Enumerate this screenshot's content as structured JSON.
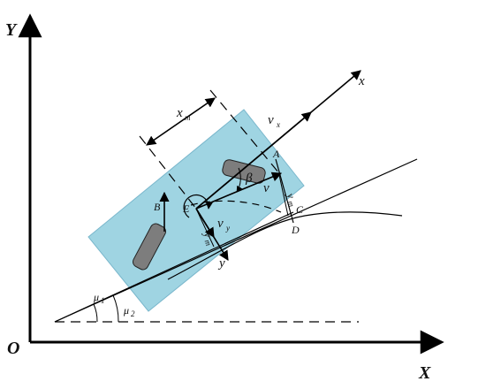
{
  "axes": {
    "origin": "O",
    "x_axis": "X",
    "y_axis": "Y"
  },
  "labels": {
    "x_body": "x",
    "y_body": "y",
    "vx": "v",
    "vx_sub": "x",
    "vy": "v",
    "vy_sub": "y",
    "v": "v",
    "beta": "β",
    "xm": "x",
    "xm_sub": "m",
    "ym_left": "y",
    "ym_left_sub": "m",
    "ym_right": "y",
    "ym_right_sub": "m",
    "point_A": "A",
    "point_B": "B",
    "point_C": "C",
    "point_D": "D",
    "point_E": "E",
    "mu1": "μ",
    "mu1_sub": "1",
    "mu2": "μ",
    "mu2_sub": "2"
  },
  "colors": {
    "vehicle_body": "#9fd4e2",
    "vehicle_outline": "#7ab7cc",
    "wheel": "#7d7d7d",
    "ink": "#000000"
  }
}
